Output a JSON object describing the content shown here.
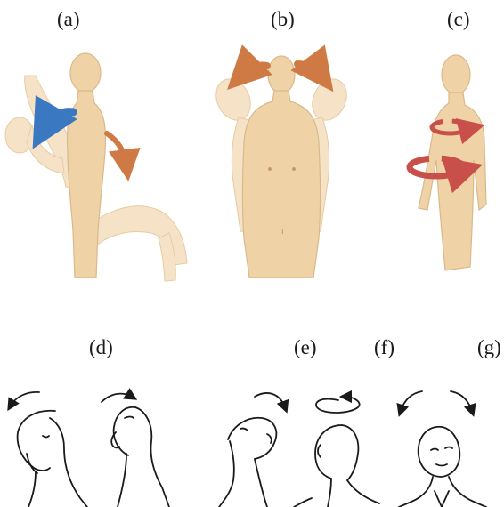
{
  "panels": [
    {
      "id": "a",
      "label": "(a)"
    },
    {
      "id": "b",
      "label": "(b)"
    },
    {
      "id": "c",
      "label": "(c)"
    },
    {
      "id": "d",
      "label": "(d)"
    },
    {
      "id": "e",
      "label": "(e)"
    },
    {
      "id": "f",
      "label": "(f)"
    },
    {
      "id": "g",
      "label": "(g)"
    }
  ],
  "colors": {
    "skin_solid": "#efd3a6",
    "skin_ghost": "#f6e3c7",
    "skin_outline": "#d9b98a",
    "arrow_blue": "#3a78c2",
    "arrow_orange": "#cf7a44",
    "arrow_red": "#c9504a",
    "sketch_ink": "#1a1a1a"
  }
}
